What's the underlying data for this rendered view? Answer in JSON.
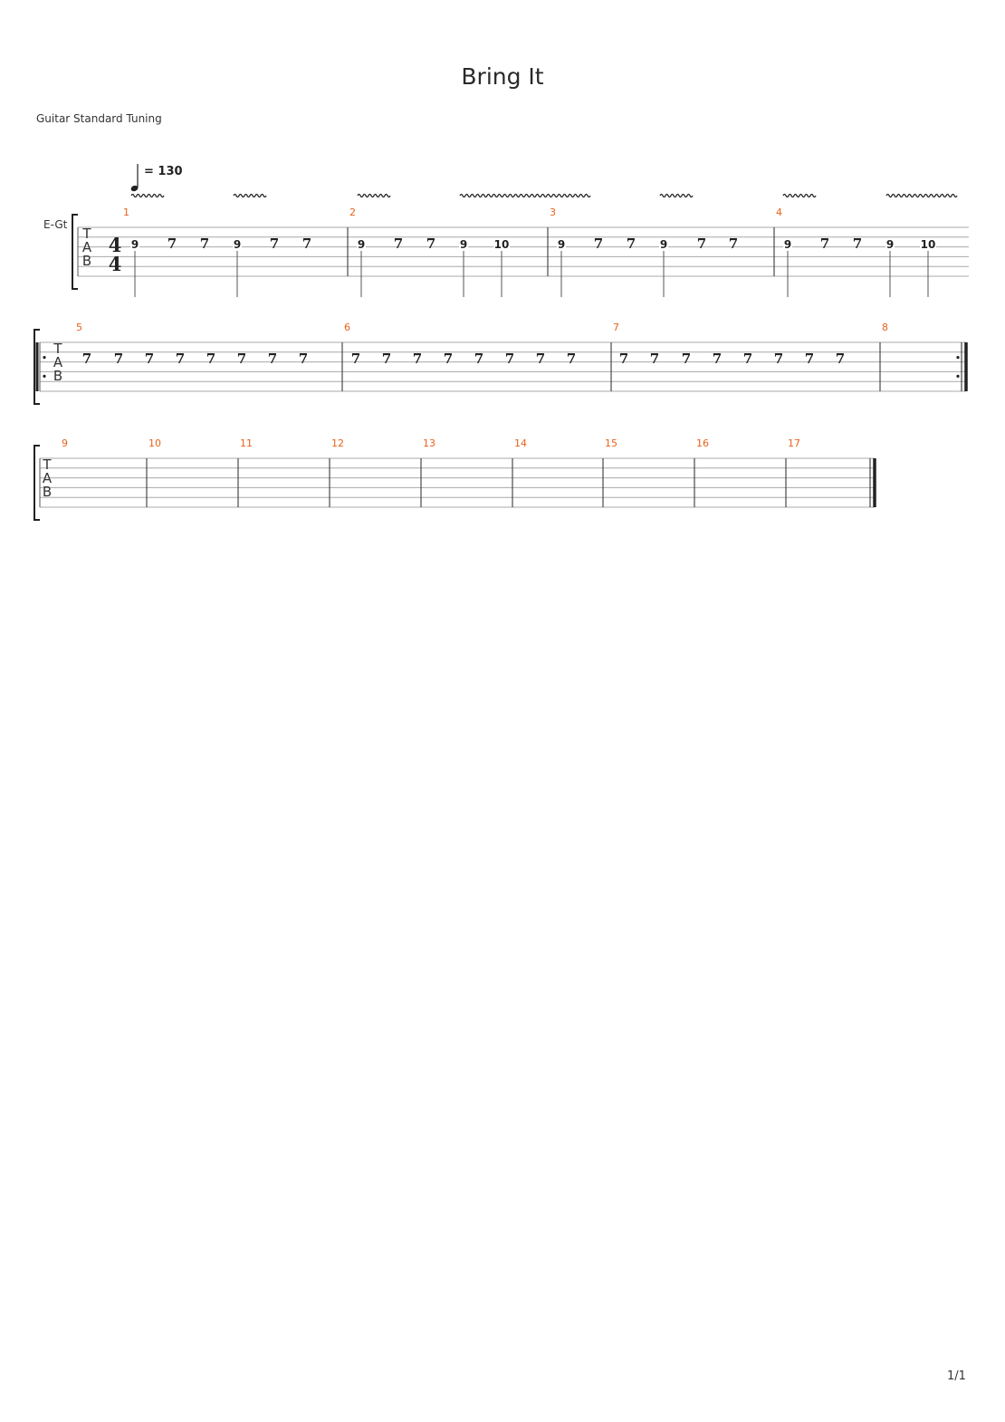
{
  "song": {
    "title": "Bring It",
    "tuning": "Guitar Standard Tuning",
    "instrument": "E-Gt",
    "tempo_value": "= 130",
    "time_signature": {
      "numerator": "4",
      "denominator": "4"
    },
    "tab_clef": [
      "T",
      "A",
      "B"
    ]
  },
  "footer": {
    "page_number": "1/1"
  },
  "colors": {
    "bar_number": "#e8621a",
    "staff_line": "#a8a8a8",
    "barline": "#3a3a3a"
  },
  "systems": [
    {
      "measures": [
        {
          "number": "1",
          "events": [
            "9",
            "rest",
            "rest",
            "9",
            "rest",
            "rest"
          ]
        },
        {
          "number": "2",
          "events": [
            "9",
            "rest",
            "rest",
            "9",
            "10"
          ]
        },
        {
          "number": "3",
          "events": [
            "9",
            "rest",
            "rest",
            "9",
            "rest",
            "rest"
          ]
        },
        {
          "number": "4",
          "events": [
            "9",
            "rest",
            "rest",
            "9",
            "10"
          ]
        }
      ]
    },
    {
      "repeat": "start-end",
      "measures": [
        {
          "number": "5",
          "events": [
            "rest",
            "rest",
            "rest",
            "rest",
            "rest",
            "rest",
            "rest",
            "rest"
          ]
        },
        {
          "number": "6",
          "events": [
            "rest",
            "rest",
            "rest",
            "rest",
            "rest",
            "rest",
            "rest",
            "rest"
          ]
        },
        {
          "number": "7",
          "events": [
            "rest",
            "rest",
            "rest",
            "rest",
            "rest",
            "rest",
            "rest",
            "rest"
          ]
        },
        {
          "number": "8",
          "events": []
        }
      ]
    },
    {
      "measures": [
        {
          "number": "9",
          "events": []
        },
        {
          "number": "10",
          "events": []
        },
        {
          "number": "11",
          "events": []
        },
        {
          "number": "12",
          "events": []
        },
        {
          "number": "13",
          "events": []
        },
        {
          "number": "14",
          "events": []
        },
        {
          "number": "15",
          "events": []
        },
        {
          "number": "16",
          "events": []
        },
        {
          "number": "17",
          "events": []
        }
      ]
    }
  ]
}
